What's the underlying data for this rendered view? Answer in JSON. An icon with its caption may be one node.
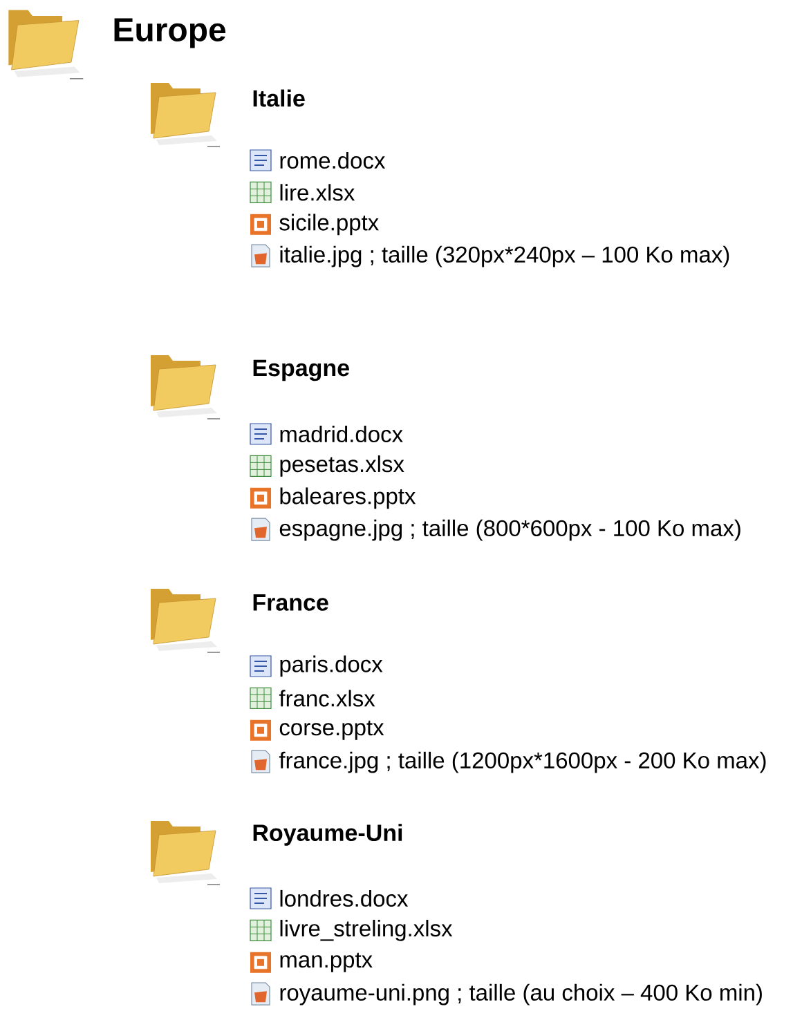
{
  "diagram": {
    "nodes": [
      {
        "text": [
          "Europe"
        ]
      },
      {
        "text": [
          "Italie"
        ]
      },
      {
        "text": [
          "Espagne"
        ]
      },
      {
        "text": [
          "France"
        ]
      },
      {
        "text": [
          "Royaume-Uni"
        ]
      }
    ],
    "labels": [
      "rome.docx",
      "lire.xlsx",
      "sicile.pptx",
      "italie.jpg ; taille (320px*240px – 100 Ko max)",
      "madrid.docx",
      "pesetas.xlsx",
      "baleares.pptx",
      "espagne.jpg ; taille (800*600px - 100 Ko max)",
      "paris.docx",
      "franc.xlsx",
      "corse.pptx",
      "france.jpg ; taille (1200px*1600px - 200 Ko max)",
      "londres.docx",
      "livre_streling.xlsx",
      "man.pptx",
      "royaume-uni.png ; taille (au choix – 400 Ko min)"
    ]
  }
}
